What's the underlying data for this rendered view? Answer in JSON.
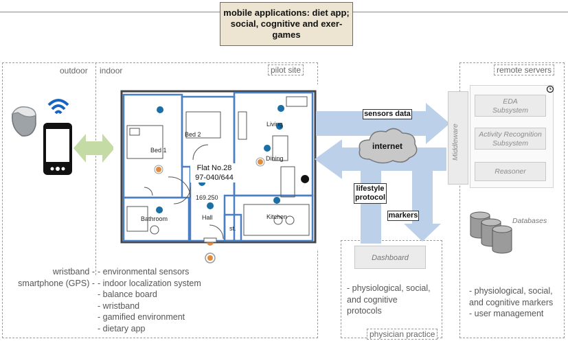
{
  "header": {
    "title": "mobile applications: diet app; social, cognitive and exer-games"
  },
  "regions": {
    "outdoor": "outdoor",
    "indoor": "indoor",
    "pilot_site": "pilot site",
    "remote_servers": "remote servers",
    "physician_practice": "physician practice"
  },
  "outdoor_list": [
    "wristband -",
    "smartphone (GPS) -"
  ],
  "indoor_list": [
    "- environmental sensors",
    "- indoor localization system",
    "- balance board",
    "- wristband",
    "- gamified environment",
    "- dietary app"
  ],
  "floorplan": {
    "flat_line1": "Flat No.28",
    "flat_line2": "97-040/644",
    "area": "169.250",
    "rooms": {
      "bed1": "Bed 1",
      "bed2": "Bed 2",
      "living": "Living",
      "dining": "Dining",
      "bathroom": "Bathroom",
      "hall": "Hall",
      "st": "st.",
      "kitchen": "Kitchen"
    }
  },
  "flows": {
    "sensors_data": "sensors data",
    "internet": "internet",
    "lifestyle_protocol_1": "lifestyle",
    "lifestyle_protocol_2": "protocol",
    "markers": "markers"
  },
  "server": {
    "middleware": "Middleware",
    "eda_1": "EDA",
    "eda_2": "Subsystem",
    "ar_1": "Activity Recognition",
    "ar_2": "Subsystem",
    "reasoner": "Reasoner",
    "databases": "Databases"
  },
  "physician": {
    "dashboard": "Dashboard",
    "desc": [
      "- physiological, social,",
      "and cognitive",
      "protocols"
    ]
  },
  "remote_desc": [
    "- physiological, social,",
    "and cognitive markers",
    "- user management"
  ],
  "colors": {
    "accent_blue": "#4a7fc1",
    "arrow_blue": "#bcd0ea",
    "arrow_green": "#c5dba6",
    "header_bg": "#ede4d2"
  }
}
